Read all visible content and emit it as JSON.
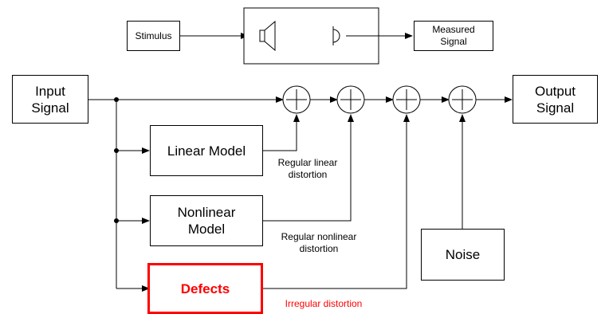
{
  "top": {
    "stimulus": "Stimulus",
    "measured": "Measured\nSignal",
    "speaker_icon": "speaker-icon",
    "microphone_icon": "microphone-icon"
  },
  "blocks": {
    "input": "Input\nSignal",
    "output": "Output\nSignal",
    "linear": "Linear Model",
    "nonlinear": "Nonlinear\nModel",
    "defects": "Defects",
    "noise": "Noise"
  },
  "labels": {
    "linear": "Regular linear\ndistortion",
    "nonlinear": "Regular nonlinear\ndistortion",
    "irregular": "Irregular distortion"
  },
  "colors": {
    "line": "#000000",
    "defect": "#ff0000"
  }
}
